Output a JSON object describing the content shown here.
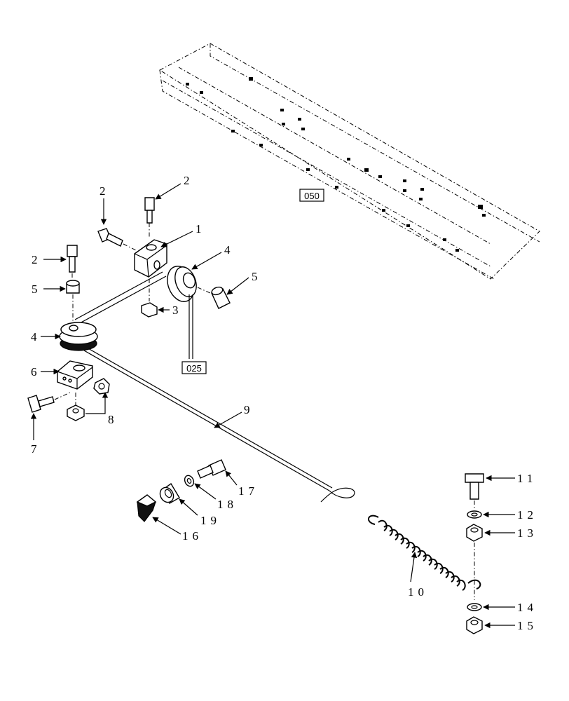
{
  "refs": {
    "r050": "050",
    "r025": "025"
  },
  "callouts": {
    "c1": "1",
    "c2a": "2",
    "c2b": "2",
    "c2c": "2",
    "c3": "3",
    "c4a": "4",
    "c4b": "4",
    "c5a": "5",
    "c5b": "5",
    "c6": "6",
    "c7": "7",
    "c8": "8",
    "c9": "9",
    "c10": "10",
    "c11": "11",
    "c12": "12",
    "c13": "13",
    "c14": "14",
    "c15": "15",
    "c16": "16",
    "c17": "17",
    "c18": "18",
    "c19": "19"
  }
}
